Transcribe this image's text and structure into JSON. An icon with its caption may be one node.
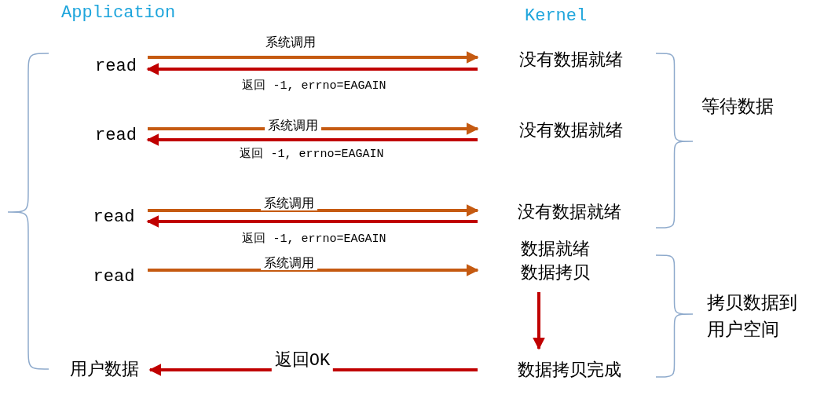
{
  "diagram": {
    "nodes": [
      {
        "text": [
          "read"
        ]
      },
      {
        "text": [
          "没有数据就绪"
        ]
      },
      {
        "text": [
          "read"
        ]
      },
      {
        "text": [
          "没有数据就绪"
        ]
      },
      {
        "text": [
          "read"
        ]
      },
      {
        "text": [
          "没有数据就绪"
        ]
      },
      {
        "text": [
          "read"
        ]
      },
      {
        "text": [
          "数据就绪",
          "数据拷贝"
        ]
      },
      {
        "text": [
          "数据拷贝完成"
        ]
      },
      {
        "text": [
          "用户数据"
        ]
      }
    ],
    "edges": [
      {
        "from": 0,
        "to": 1,
        "arrow": "to",
        "label": "系统调用",
        "color": "#c55a11"
      },
      {
        "from": 1,
        "to": 0,
        "arrow": "to",
        "label": "返回 -1, errno=EAGAIN"
      },
      {
        "from": 2,
        "to": 3,
        "arrow": "to",
        "label": "系统调用",
        "color": "#c55a11"
      },
      {
        "from": 3,
        "to": 2,
        "arrow": "to",
        "label": "返回 -1, errno=EAGAIN"
      },
      {
        "from": 4,
        "to": 5,
        "arrow": "to",
        "label": "系统调用",
        "color": "#c55a11"
      },
      {
        "from": 5,
        "to": 4,
        "arrow": "to",
        "label": "返回 -1, errno=EAGAIN"
      },
      {
        "from": 6,
        "to": 7,
        "arrow": "to",
        "label": "系统调用",
        "color": "#c55a11"
      },
      {
        "from": 7,
        "to": 8,
        "arrow": "to"
      },
      {
        "from": 8,
        "to": 9,
        "arrow": "to",
        "label": "返回OK"
      }
    ],
    "labels": [
      "Application",
      "Kernel",
      "等待数据",
      "拷贝数据到用户空间"
    ]
  }
}
